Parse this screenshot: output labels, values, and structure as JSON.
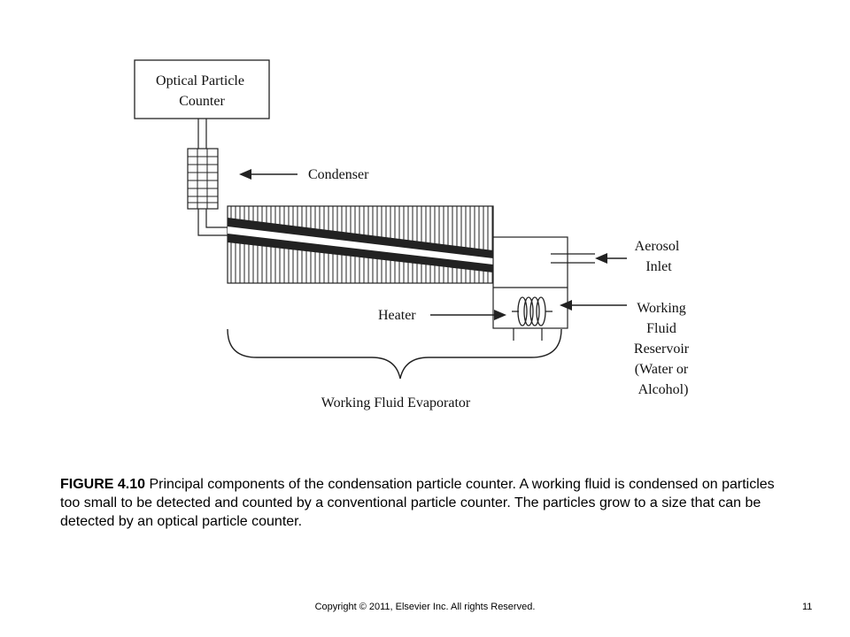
{
  "diagram": {
    "optical_counter": [
      "Optical Particle",
      "Counter"
    ],
    "condenser": "Condenser",
    "aerosol_inlet": [
      "Aerosol",
      "Inlet"
    ],
    "heater": "Heater",
    "reservoir": [
      "Working",
      "Fluid",
      "Reservoir",
      "(Water or",
      "Alcohol)"
    ],
    "evaporator": "Working Fluid Evaporator"
  },
  "caption": {
    "figure_label": "FIGURE 4.10",
    "text": " Principal components of the condensation particle counter. A working fluid is condensed on particles too small to be detected and counted by a conventional particle counter. The particles grow to a size that can be detected by an optical particle counter."
  },
  "footer": {
    "copyright": "Copyright © 2011, Elsevier Inc. All rights Reserved.",
    "page_number": "11"
  }
}
